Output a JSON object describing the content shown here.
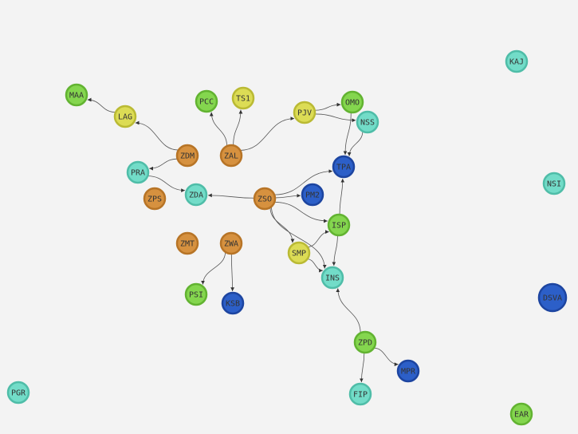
{
  "groups": {
    "orange": {
      "fill": "#d6913f",
      "stroke": "#b77426"
    },
    "green": {
      "fill": "#84d64e",
      "stroke": "#62b331"
    },
    "yellow": {
      "fill": "#dcdc55",
      "stroke": "#baba34"
    },
    "teal": {
      "fill": "#72dcc8",
      "stroke": "#4fbda8"
    },
    "blue": {
      "fill": "#2c5fc8",
      "stroke": "#1d45a0"
    }
  },
  "nodes": [
    {
      "id": "MAA",
      "group": "green"
    },
    {
      "id": "LAG",
      "group": "yellow"
    },
    {
      "id": "PCC",
      "group": "green"
    },
    {
      "id": "TS1",
      "group": "yellow"
    },
    {
      "id": "PJV",
      "group": "yellow"
    },
    {
      "id": "OMO",
      "group": "green"
    },
    {
      "id": "NSS",
      "group": "teal"
    },
    {
      "id": "KAJ",
      "group": "teal"
    },
    {
      "id": "ZDM",
      "group": "orange"
    },
    {
      "id": "ZAL",
      "group": "orange"
    },
    {
      "id": "PRA",
      "group": "teal"
    },
    {
      "id": "TPA",
      "group": "blue"
    },
    {
      "id": "NSI",
      "group": "teal"
    },
    {
      "id": "ZPS",
      "group": "orange"
    },
    {
      "id": "ZDA",
      "group": "teal"
    },
    {
      "id": "ZSO",
      "group": "orange"
    },
    {
      "id": "PM2",
      "group": "blue"
    },
    {
      "id": "ISP",
      "group": "green"
    },
    {
      "id": "ZMT",
      "group": "orange"
    },
    {
      "id": "ZWA",
      "group": "orange"
    },
    {
      "id": "SMP",
      "group": "yellow"
    },
    {
      "id": "INS",
      "group": "teal"
    },
    {
      "id": "PSI",
      "group": "green"
    },
    {
      "id": "KSB",
      "group": "blue"
    },
    {
      "id": "DSVA",
      "group": "blue"
    },
    {
      "id": "ZPD",
      "group": "green"
    },
    {
      "id": "MPR",
      "group": "blue"
    },
    {
      "id": "FIP",
      "group": "teal"
    },
    {
      "id": "PGR",
      "group": "teal"
    },
    {
      "id": "EAR",
      "group": "green"
    }
  ],
  "edges": [
    [
      "LAG",
      "MAA"
    ],
    [
      "ZDM",
      "LAG"
    ],
    [
      "ZDM",
      "PRA"
    ],
    [
      "PRA",
      "ZDA"
    ],
    [
      "ZAL",
      "PCC"
    ],
    [
      "ZAL",
      "TS1"
    ],
    [
      "ZAL",
      "PJV"
    ],
    [
      "PJV",
      "OMO"
    ],
    [
      "PJV",
      "NSS"
    ],
    [
      "OMO",
      "TPA"
    ],
    [
      "NSS",
      "TPA"
    ],
    [
      "ZSO",
      "ZDA"
    ],
    [
      "ZSO",
      "TPA"
    ],
    [
      "ZSO",
      "PM2"
    ],
    [
      "ZSO",
      "ISP"
    ],
    [
      "ZSO",
      "SMP"
    ],
    [
      "ZSO",
      "INS"
    ],
    [
      "SMP",
      "ISP"
    ],
    [
      "SMP",
      "INS"
    ],
    [
      "ISP",
      "TPA"
    ],
    [
      "ISP",
      "INS"
    ],
    [
      "ZPD",
      "INS"
    ],
    [
      "ZPD",
      "MPR"
    ],
    [
      "ZPD",
      "FIP"
    ],
    [
      "ZWA",
      "PSI"
    ],
    [
      "ZWA",
      "KSB"
    ]
  ]
}
